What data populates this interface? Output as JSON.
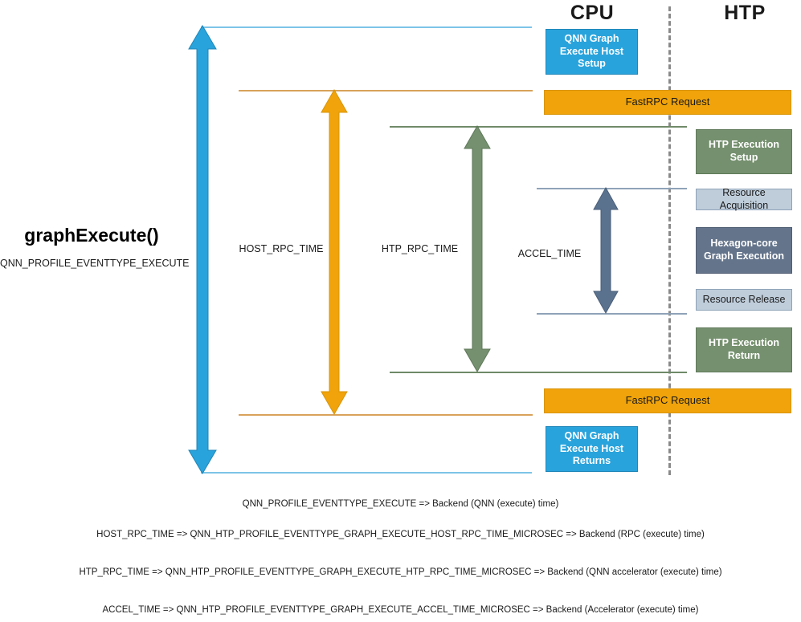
{
  "columns": {
    "cpu": "CPU",
    "htp": "HTP"
  },
  "left_panel": {
    "title": "graphExecute()",
    "subtitle": "QNN_PROFILE_EVENTTYPE_EXECUTE"
  },
  "arrows": [
    {
      "id": "host-rpc",
      "label": "HOST_RPC_TIME",
      "color": "#f0a30a"
    },
    {
      "id": "htp-rpc",
      "label": "HTP_RPC_TIME",
      "color": "#75906e"
    },
    {
      "id": "accel",
      "label": "ACCEL_TIME",
      "color": "#5b728f"
    },
    {
      "id": "execute",
      "label": "",
      "color": "#29a3dc"
    }
  ],
  "cpu_boxes": [
    {
      "id": "qnn-graph-execute-host-setup",
      "label": "QNN Graph Execute Host Setup"
    },
    {
      "id": "qnn-graph-execute-host-returns",
      "label": "QNN Graph Execute Host Returns"
    }
  ],
  "fastrpc_boxes": [
    {
      "id": "fastrpc-request-top",
      "label": "FastRPC Request"
    },
    {
      "id": "fastrpc-request-bottom",
      "label": "FastRPC Request"
    }
  ],
  "htp_boxes": [
    {
      "id": "htp-execution-setup",
      "label": "HTP Execution Setup"
    },
    {
      "id": "resource-acquisition",
      "label": "Resource Acquisition"
    },
    {
      "id": "hexagon-core-graph-execution",
      "label": "Hexagon-core Graph Execution"
    },
    {
      "id": "resource-release",
      "label": "Resource Release"
    },
    {
      "id": "htp-execution-return",
      "label": "HTP Execution Return"
    }
  ],
  "legend": [
    "QNN_PROFILE_EVENTTYPE_EXECUTE => Backend (QNN (execute) time)",
    "HOST_RPC_TIME => QNN_HTP_PROFILE_EVENTTYPE_GRAPH_EXECUTE_HOST_RPC_TIME_MICROSEC => Backend (RPC (execute) time)",
    "HTP_RPC_TIME => QNN_HTP_PROFILE_EVENTTYPE_GRAPH_EXECUTE_HTP_RPC_TIME_MICROSEC => Backend (QNN accelerator (execute) time)",
    "ACCEL_TIME => QNN_HTP_PROFILE_EVENTTYPE_GRAPH_EXECUTE_ACCEL_TIME_MICROSEC => Backend (Accelerator (execute) time)"
  ],
  "colors": {
    "blue": "#29a3dc",
    "orange": "#f0a30a",
    "green": "#75906e",
    "slate": "#64748b",
    "light_steel": "#bfcddb",
    "divider": "#8a8a8a"
  }
}
